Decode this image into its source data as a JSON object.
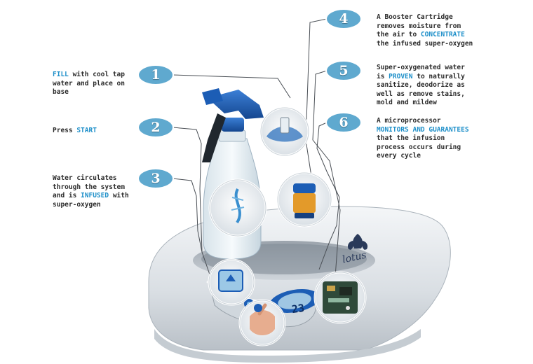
{
  "colors": {
    "accent": "#1d8fc9",
    "badge": "#5fa9cf",
    "text": "#2b2b2b",
    "bottle_blue": "#1c5db5"
  },
  "steps": [
    {
      "number": "1",
      "parts": [
        "",
        "FILL",
        " with cool tap water and place on base"
      ]
    },
    {
      "number": "2",
      "parts": [
        "Press ",
        "START",
        ""
      ]
    },
    {
      "number": "3",
      "parts": [
        "Water circulates through the system and is ",
        "INFUSED",
        " with super-oxygen"
      ]
    },
    {
      "number": "4",
      "parts": [
        "A Booster Cartridge removes moisture from the air to ",
        "CONCENTRATE",
        " the infused super-oxygen"
      ]
    },
    {
      "number": "5",
      "parts": [
        "Super-oxygenated water is ",
        "PROVEN",
        " to naturally sanitize, deodorize as well as remove stains, mold and mildew"
      ]
    },
    {
      "number": "6",
      "parts": [
        "A microprocessor ",
        "MONITORS AND GUARANTEES",
        " that the infusion process occurs during every cycle"
      ]
    }
  ],
  "device": {
    "brand": "lotus",
    "display_value": "23"
  }
}
